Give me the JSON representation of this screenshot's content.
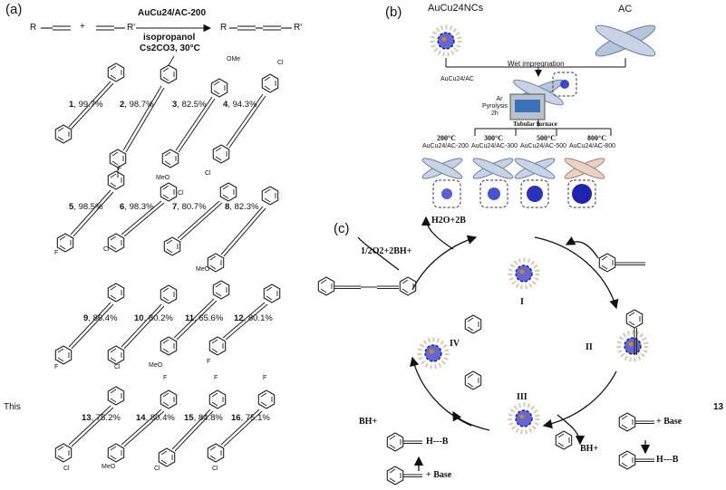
{
  "panel_a": {
    "label": "(a)",
    "reactant_left": "R",
    "plus": "+",
    "reactant_right": "R'",
    "catalyst": "AuCu24/AC-200",
    "solvent": "isopropanol",
    "conditions": "Cs2CO3, 30°C",
    "product_left": "R",
    "product_right": "R'",
    "compounds": [
      {
        "num": "1",
        "yield": ", 99.7%"
      },
      {
        "num": "2",
        "yield": ", 98.7%"
      },
      {
        "num": "3",
        "yield": ", 82.5%"
      },
      {
        "num": "4",
        "yield": ", 94.3%"
      },
      {
        "num": "5",
        "yield": ", 98.5%"
      },
      {
        "num": "6",
        "yield": ", 98.3%"
      },
      {
        "num": "7",
        "yield": ", 80.7%"
      },
      {
        "num": "8",
        "yield": ", 82.3%"
      },
      {
        "num": "9",
        "yield": ", 86.4%"
      },
      {
        "num": "10",
        "yield": ", 80.2%"
      },
      {
        "num": "11",
        "yield": ", 65.6%"
      },
      {
        "num": "12",
        "yield": ", 80.1%"
      },
      {
        "num": "13",
        "yield": ", 75.2%"
      },
      {
        "num": "14",
        "yield": ", 80.4%"
      },
      {
        "num": "15",
        "yield": ", 84.8%"
      },
      {
        "num": "16",
        "yield": ", 75.1%"
      }
    ],
    "substituents": {
      "ome": "OMe",
      "meo": "MeO",
      "cl": "Cl",
      "f": "F"
    }
  },
  "panel_b": {
    "label": "(b)",
    "nc_label": "AuCu24NCs",
    "ac_label": "AC",
    "step1": "Wet impregnation",
    "intermediate": "AuCu24/AC",
    "pyrolysis": [
      "Ar",
      "Pyrolysis",
      "2h"
    ],
    "furnace": "Tubular furnace",
    "temps": [
      "200°C",
      "300°C",
      "500°C",
      "800°C"
    ],
    "samples": [
      "AuCu24/AC-200",
      "AuCu24/AC-300",
      "AuCu24/AC-500",
      "AuCu24/AC-800"
    ]
  },
  "panel_c": {
    "label": "(c)",
    "h2o": "H2O+2B",
    "o2": "1/2O2+2BH+",
    "states": [
      "I",
      "II",
      "III",
      "IV"
    ],
    "bh_left": "BH+",
    "bh_right": "BH+",
    "base1": "+ Base",
    "base2": "+ Base",
    "hb1": "H---B",
    "hb2": "H---B"
  },
  "side_text": {
    "left": "This",
    "right": "13"
  }
}
